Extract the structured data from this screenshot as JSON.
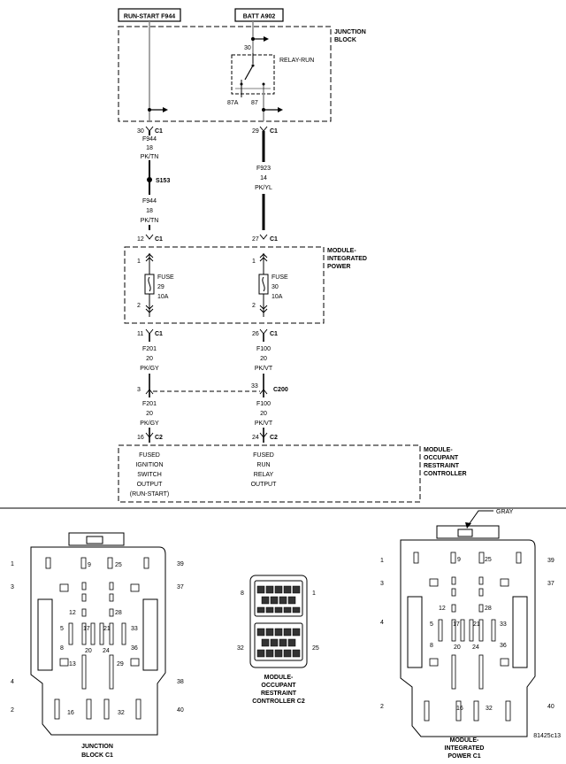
{
  "sources": {
    "run_start": "RUN-START F944",
    "batt": "BATT A902"
  },
  "junction_block": {
    "title1": "JUNCTION",
    "title2": "BLOCK",
    "relay": "RELAY-RUN",
    "pin30": "30",
    "pin87a": "87A",
    "pin87": "87"
  },
  "left_circuit": {
    "c1_top_pin": "30",
    "conn_c1": "C1",
    "wire1": [
      "F944",
      "18",
      "PK/TN"
    ],
    "splice": "S153",
    "wire2": [
      "F944",
      "18",
      "PK/TN"
    ],
    "mip_in_pin": "12",
    "fuse": [
      "FUSE",
      "29",
      "10A"
    ],
    "fuse_pin1": "1",
    "fuse_pin2": "2",
    "mip_out_pin": "11",
    "wire3": [
      "F201",
      "20",
      "PK/GY"
    ],
    "c200_pin": "3",
    "wire4": [
      "F201",
      "20",
      "PK/GY"
    ],
    "orc_pin": "16",
    "conn_c2": "C2",
    "output": [
      "FUSED",
      "IGNITION",
      "SWITCH",
      "OUTPUT",
      "(RUN-START)"
    ]
  },
  "right_circuit": {
    "c1_top_pin": "29",
    "wire1": [
      "F923",
      "14",
      "PK/YL"
    ],
    "mip_in_pin": "27",
    "fuse": [
      "FUSE",
      "30",
      "10A"
    ],
    "fuse_pin1": "1",
    "fuse_pin2": "2",
    "mip_out_pin": "26",
    "wire2": [
      "F100",
      "20",
      "PK/VT"
    ],
    "c200_pin": "33",
    "c200": "C200",
    "wire3": [
      "F100",
      "20",
      "PK/VT"
    ],
    "orc_pin": "24",
    "output": [
      "FUSED",
      "RUN",
      "RELAY",
      "OUTPUT"
    ]
  },
  "mip": {
    "title1": "MODULE-",
    "title2": "INTEGRATED",
    "title3": "POWER"
  },
  "orc": {
    "title1": "MODULE-",
    "title2": "OCCUPANT",
    "title3": "RESTRAINT",
    "title4": "CONTROLLER"
  },
  "connectors": {
    "jb": {
      "caption1": "JUNCTION",
      "caption2": "BLOCK C1",
      "pins": {
        "p1": "1",
        "p3": "3",
        "p4": "4",
        "p2": "2",
        "p39": "39",
        "p37": "37",
        "p38": "38",
        "p40": "40",
        "p9": "9",
        "p25": "25",
        "p12": "12",
        "p28": "28",
        "p5": "5",
        "p8": "8",
        "p17": "17",
        "p20": "20",
        "p21": "21",
        "p24": "24",
        "p33": "33",
        "p36": "36",
        "p13": "13",
        "p29": "29",
        "p16": "16",
        "p32": "32"
      }
    },
    "orc": {
      "caption1": "MODULE-",
      "caption2": "OCCUPANT",
      "caption3": "RESTRAINT",
      "caption4": "CONTROLLER C2",
      "pins": {
        "p8": "8",
        "p1": "1",
        "p32": "32",
        "p25": "25"
      }
    },
    "mip": {
      "caption1": "MODULE-",
      "caption2": "INTEGRATED",
      "caption3": "POWER C1",
      "gray": "GRAY",
      "pins": {
        "p1": "1",
        "p3": "3",
        "p4": "4",
        "p2": "2",
        "p39": "39",
        "p37": "37",
        "p40": "40",
        "p9": "9",
        "p25": "25",
        "p12": "12",
        "p28": "28",
        "p5": "5",
        "p8": "8",
        "p17": "17",
        "p20": "20",
        "p21": "21",
        "p24": "24",
        "p33": "33",
        "p36": "36",
        "p16": "16",
        "p32": "32"
      }
    }
  },
  "figure_id": "81425c13"
}
